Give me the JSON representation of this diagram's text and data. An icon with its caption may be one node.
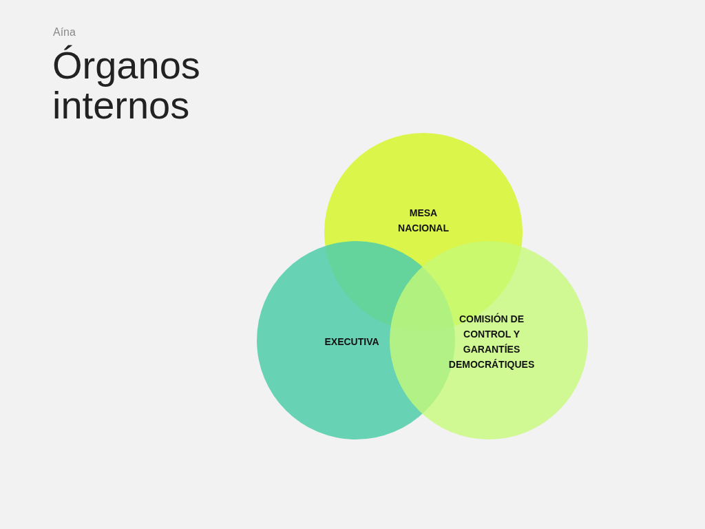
{
  "diagram": {
    "title": "Órganos internos",
    "nodes": [
      {
        "text": [
          "MESA NACIONAL"
        ]
      },
      {
        "text": [
          "EXECUTIVA"
        ]
      },
      {
        "text": [
          "COMISIÓN DE CONTROL Y GARANTÍES DEMOCRÁTIQUES"
        ]
      }
    ],
    "labels": [
      "Aína"
    ]
  }
}
